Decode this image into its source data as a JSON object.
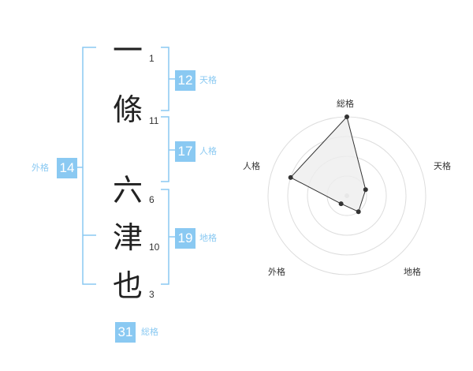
{
  "name": {
    "characters": [
      {
        "char": "一",
        "strokes": "1"
      },
      {
        "char": "條",
        "strokes": "11"
      },
      {
        "char": "六",
        "strokes": "6"
      },
      {
        "char": "津",
        "strokes": "10"
      },
      {
        "char": "也",
        "strokes": "3"
      }
    ]
  },
  "fortunes": {
    "tenkaku": {
      "label": "天格",
      "value": "12"
    },
    "jinkaku": {
      "label": "人格",
      "value": "17"
    },
    "chikaku": {
      "label": "地格",
      "value": "19"
    },
    "gaikaku": {
      "label": "外格",
      "value": "14"
    },
    "soukaku": {
      "label": "総格",
      "value": "31"
    }
  },
  "radar": {
    "axes": [
      "総格",
      "天格",
      "地格",
      "外格",
      "人格"
    ],
    "levels": 4,
    "values": [
      4,
      1,
      1,
      0.5,
      3
    ],
    "max": 4,
    "colors": {
      "fill": "#eeeeee",
      "line": "#333333",
      "grid": "#dddddd",
      "point": "#333333"
    }
  },
  "colors": {
    "accent": "#8ac9f2"
  }
}
